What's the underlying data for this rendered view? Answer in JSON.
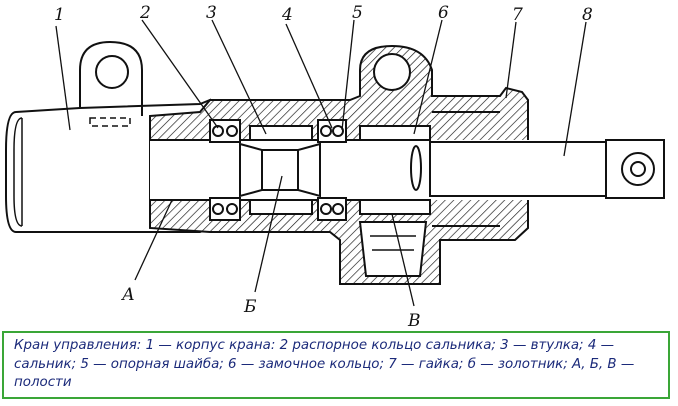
{
  "labels": {
    "numbers": [
      "1",
      "2",
      "3",
      "4",
      "5",
      "6",
      "7",
      "8"
    ],
    "cavities": [
      "А",
      "Б",
      "В"
    ]
  },
  "caption": "Кран управления: 1 — корпус крана: 2 распорное кольцо сальника; 3 — втулка; 4 — сальник; 5 — опорная шайба; 6 — замочное кольцо; 7 — гайка; б — золотник; А, Б, В — полости",
  "colors": {
    "caption_border": "#3aa637",
    "caption_text": "#1b2a7a",
    "line": "#111111"
  }
}
